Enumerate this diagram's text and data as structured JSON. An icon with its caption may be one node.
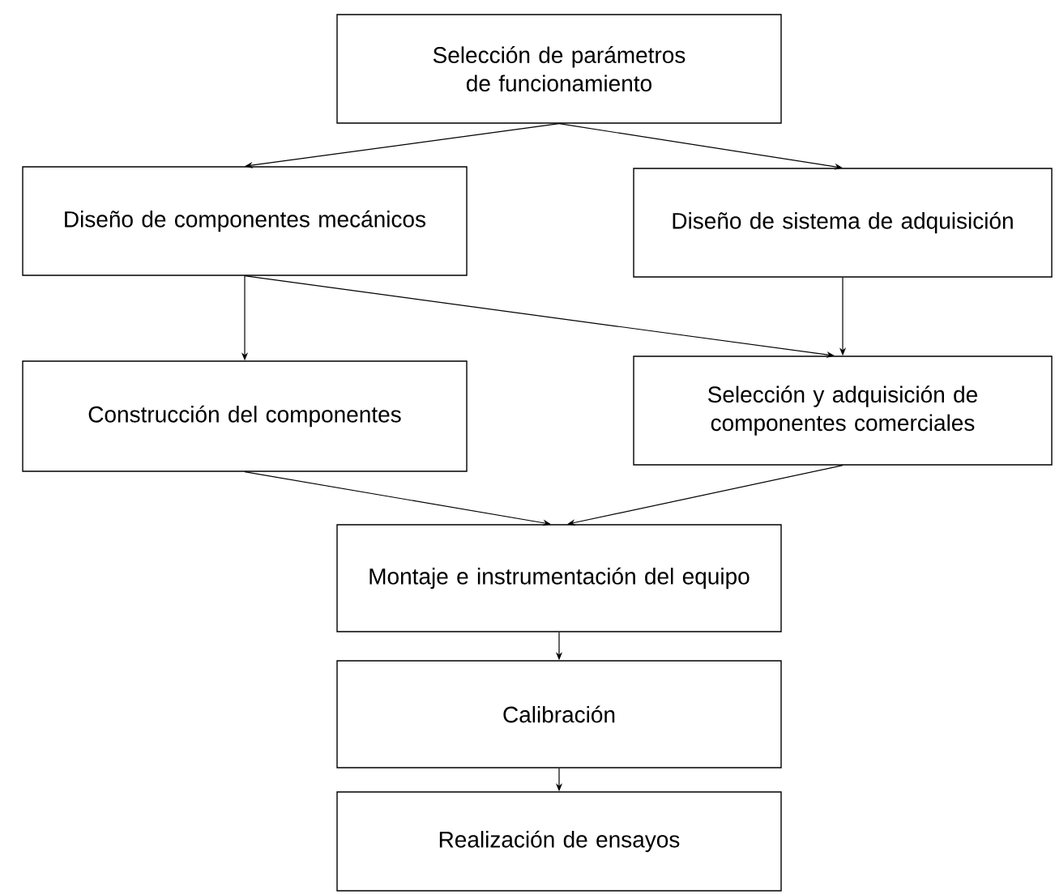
{
  "diagram": {
    "nodes": [
      {
        "text": [
          "Selección de parámetros de funcionamiento"
        ]
      },
      {
        "text": [
          "Diseño de componentes mecánicos"
        ]
      },
      {
        "text": [
          "Diseño de sistema de adquisición"
        ]
      },
      {
        "text": [
          "Construcción del componentes"
        ]
      },
      {
        "text": [
          "Selección y adquisición de componentes comerciales"
        ]
      },
      {
        "text": [
          "Montaje e instrumentación del equipo"
        ]
      },
      {
        "text": [
          "Calibración"
        ]
      },
      {
        "text": [
          "Realización de ensayos"
        ]
      }
    ],
    "edges": [
      {
        "from": 0,
        "to": 1,
        "arrow": "to"
      },
      {
        "from": 0,
        "to": 2,
        "arrow": "to"
      },
      {
        "from": 1,
        "to": 3,
        "arrow": "to"
      },
      {
        "from": 1,
        "to": 4,
        "arrow": "to"
      },
      {
        "from": 2,
        "to": 4,
        "arrow": "to"
      },
      {
        "from": 3,
        "to": 5,
        "arrow": "to"
      },
      {
        "from": 4,
        "to": 5,
        "arrow": "to"
      },
      {
        "from": 5,
        "to": 6,
        "arrow": "to"
      },
      {
        "from": 6,
        "to": 7,
        "arrow": "to"
      }
    ]
  }
}
